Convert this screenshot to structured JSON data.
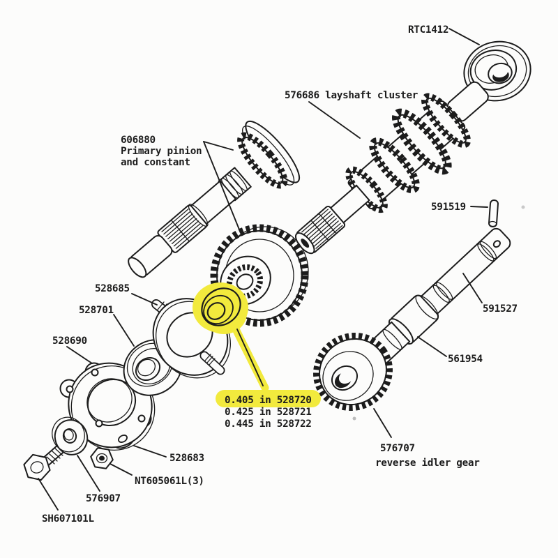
{
  "labels": {
    "rtc1412": "RTC1412",
    "layshaft_cluster": "576686 layshaft cluster",
    "pinion_line1": "606880",
    "pinion_line2": "Primary pinion",
    "pinion_line3": "and constant",
    "pin_591519": "591519",
    "shaft_591527": "591527",
    "bush_561954": "561954",
    "p528685": "528685",
    "p528701": "528701",
    "p528690": "528690",
    "size_0405": "0.405 in 528720",
    "size_0425": "0.425 in 528721",
    "size_0445": "0.445 in 528722",
    "p528683": "528683",
    "nut_nt605061l": "NT605061L(3)",
    "washer_576907": "576907",
    "bolt_sh607101l": "SH607101L",
    "idler_576707": "576707",
    "idler_desc": "reverse idler gear"
  },
  "highlight": {
    "color": "#f2ea3d",
    "highlighted_text": "0.405 in 528720"
  },
  "colors": {
    "ink": "#1c1c1c",
    "paper": "#fcfcfb"
  }
}
